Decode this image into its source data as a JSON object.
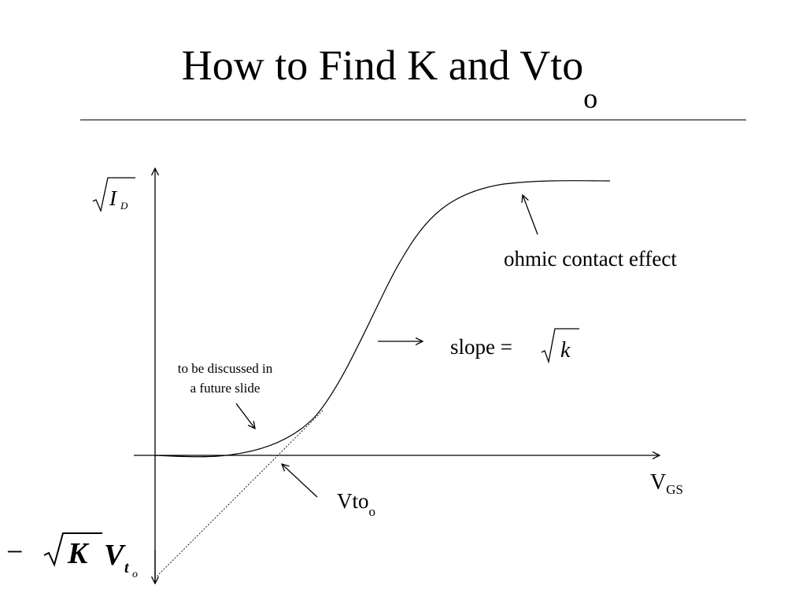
{
  "title": {
    "main": "How to Find K and Vto",
    "subscript": "o"
  },
  "axes": {
    "y_label": {
      "symbol": "I",
      "subscript": "D"
    },
    "x_label": {
      "main": "V",
      "subscript": "GS"
    },
    "intercept_label": {
      "prefix": "−",
      "k": "K",
      "v": "V",
      "sub1": "t",
      "sub2": "o"
    }
  },
  "annotations": {
    "ohmic": "ohmic contact effect",
    "slope_text": "slope =",
    "slope_symbol": "k",
    "future_line1": "to be discussed in",
    "future_line2": "a future slide",
    "vto_main": "Vto",
    "vto_sub": "o"
  }
}
